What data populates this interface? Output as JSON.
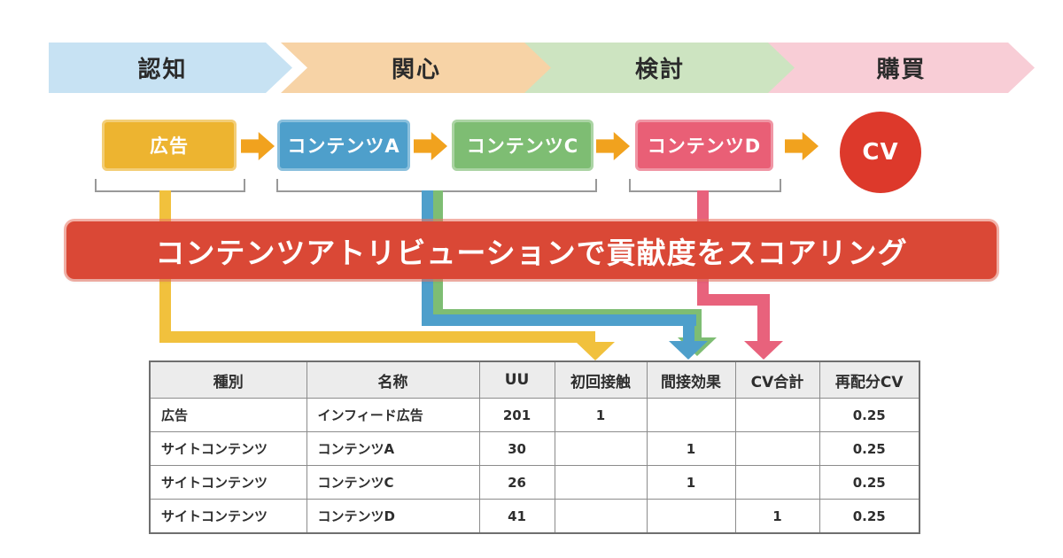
{
  "funnel_stages": [
    {
      "label": "認知",
      "color": "#c7e2f3"
    },
    {
      "label": "関心",
      "color": "#f7d3a6"
    },
    {
      "label": "検討",
      "color": "#cde4c1"
    },
    {
      "label": "購買",
      "color": "#f8cdd6"
    }
  ],
  "flow_nodes": [
    {
      "label": "広告",
      "color": "#edb430"
    },
    {
      "label": "コンテンツA",
      "color": "#4e9fcb"
    },
    {
      "label": "コンテンツC",
      "color": "#7ebd73"
    },
    {
      "label": "コンテンツD",
      "color": "#e95f76"
    },
    {
      "label": "CV",
      "color": "#dd392b"
    }
  ],
  "banner": {
    "text": "コンテンツアトリビューションで貢献度をスコアリング",
    "color": "#da4836"
  },
  "connector_colors": {
    "ad": "#f1c13d",
    "content_ac_blue": "#4e9fcb",
    "content_ac_green": "#7ebd73",
    "content_d": "#e8627c"
  },
  "table": {
    "headers": [
      "種別",
      "名称",
      "UU",
      "初回接触",
      "間接効果",
      "CV合計",
      "再配分CV"
    ],
    "rows": [
      [
        "広告",
        "インフィード広告",
        "201",
        "1",
        "",
        "",
        "0.25"
      ],
      [
        "サイトコンテンツ",
        "コンテンツA",
        "30",
        "",
        "1",
        "",
        "0.25"
      ],
      [
        "サイトコンテンツ",
        "コンテンツC",
        "26",
        "",
        "1",
        "",
        "0.25"
      ],
      [
        "サイトコンテンツ",
        "コンテンツD",
        "41",
        "",
        "",
        "1",
        "0.25"
      ]
    ]
  }
}
